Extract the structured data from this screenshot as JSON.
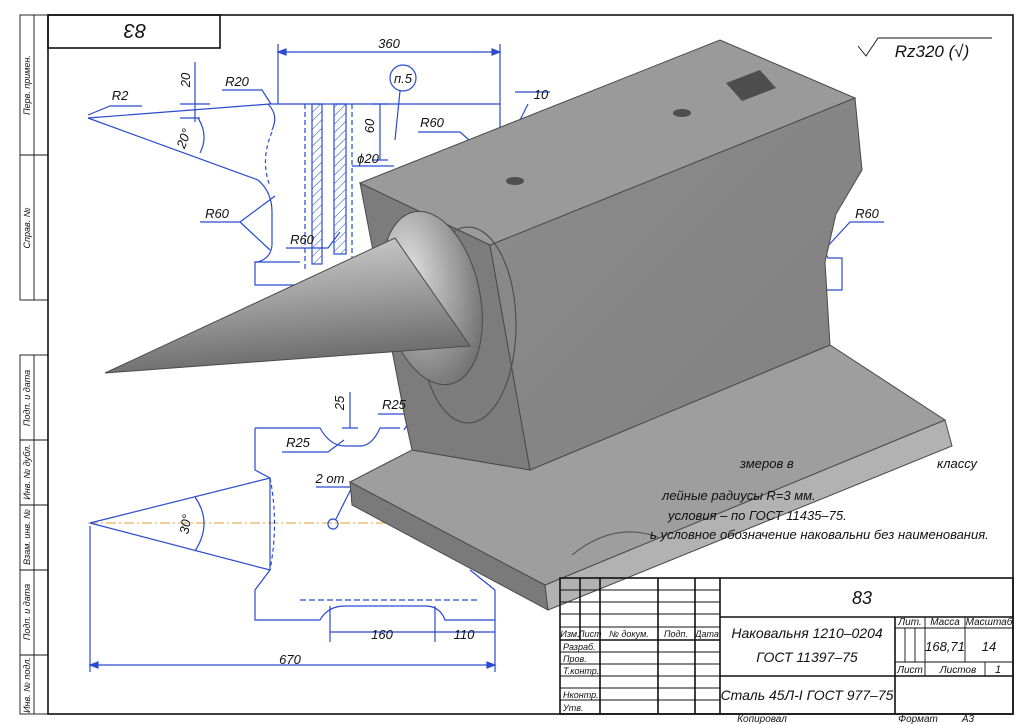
{
  "header_box": {
    "code": "83"
  },
  "roughness": {
    "value": "Rz320 (√)"
  },
  "side_labels": [
    "Перв. примен.",
    "Справ. №",
    "Подп. и дата",
    "Инв. № дубл.",
    "Взам. инв. №",
    "Подп. и дата",
    "Инв. № подл."
  ],
  "dims": {
    "d360": "360",
    "d20": "20",
    "r20": "R20",
    "r2": "R2",
    "a20": "20°",
    "p5": "п.5",
    "d60": "60",
    "r60a": "R60",
    "d10": "10",
    "phi20": "ϕ20",
    "r60b": "R60",
    "r60c": "R60",
    "r60d": "R60",
    "d25": "25",
    "r25a": "R25",
    "r25b": "R25",
    "two": "2 от",
    "a30": "30°",
    "d160": "160",
    "d110": "110",
    "d670": "670"
  },
  "notes": [
    "змеров  в",
    "классу",
    "лейные радиусы R=3 мм.",
    "условия – по ГОСТ 11435–75.",
    "ь  условное обозначение наковальни без наименования."
  ],
  "title_block": {
    "designation": "83",
    "lit_label": "Лит.",
    "mass_label": "Масса",
    "scale_label": "Масштаб",
    "name": "Наковальня 1210–0204",
    "standard": "ГОСТ 11397–75",
    "mass": "168,71",
    "scale": "14",
    "sheet_label": "Лист",
    "sheets_label": "Листов",
    "sheets": "1",
    "material": "Сталь 45Л-I  ГОСТ 977–75",
    "columns": [
      "Изм.",
      "Лист",
      "№ докум.",
      "Подп.",
      "Дата"
    ],
    "roles": [
      "Разраб.",
      "Пров.",
      "Т.контр.",
      "Нконтр.",
      "Утв."
    ],
    "copied": "Копировал",
    "format_label": "Формат",
    "format": "А3"
  }
}
